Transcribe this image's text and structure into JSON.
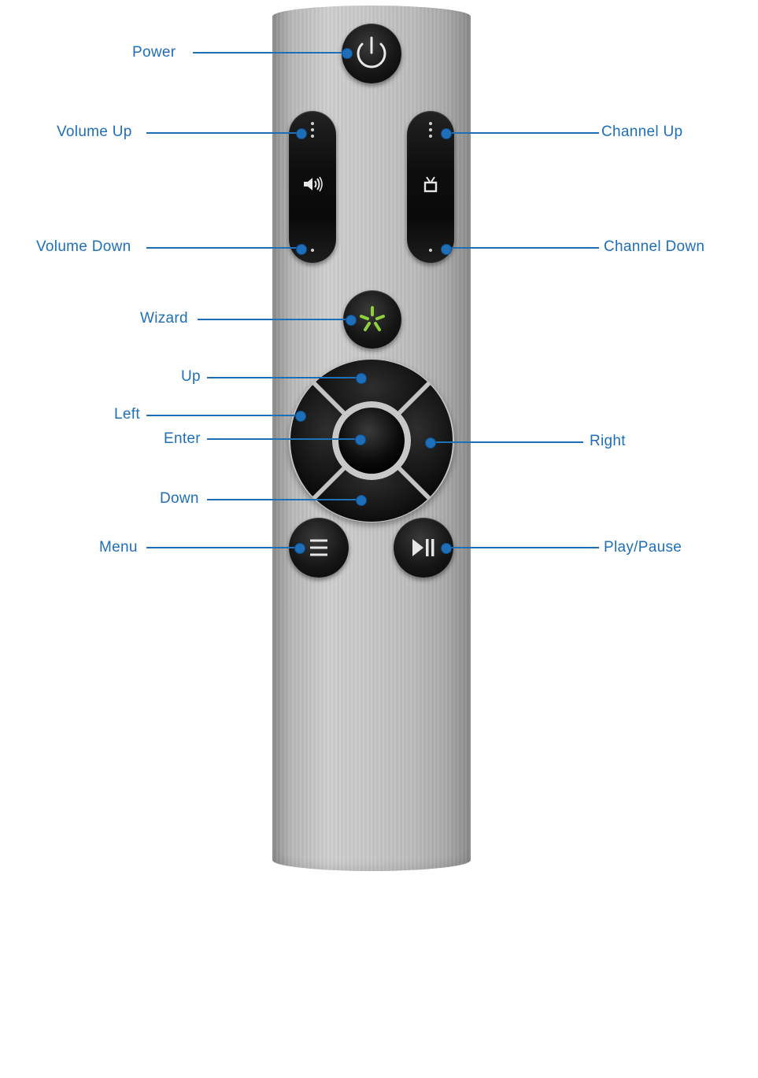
{
  "labels": {
    "power": "Power",
    "volume_up": "Volume Up",
    "volume_down": "Volume Down",
    "channel_up": "Channel Up",
    "channel_down": "Channel Down",
    "wizard": "Wizard",
    "up": "Up",
    "left": "Left",
    "enter": "Enter",
    "right": "Right",
    "down": "Down",
    "menu": "Menu",
    "play_pause": "Play/Pause"
  },
  "icons": {
    "power": "power-icon",
    "volume": "speaker-icon",
    "channel": "tv-icon",
    "wizard": "asterisk-icon",
    "menu": "hamburger-menu-icon",
    "play_pause": "play-pause-icon"
  },
  "colors": {
    "callout": "#1e6fb8",
    "wizard_accent": "#8fd13a",
    "remote_body": "#c4c4c4",
    "button": "#111111"
  }
}
